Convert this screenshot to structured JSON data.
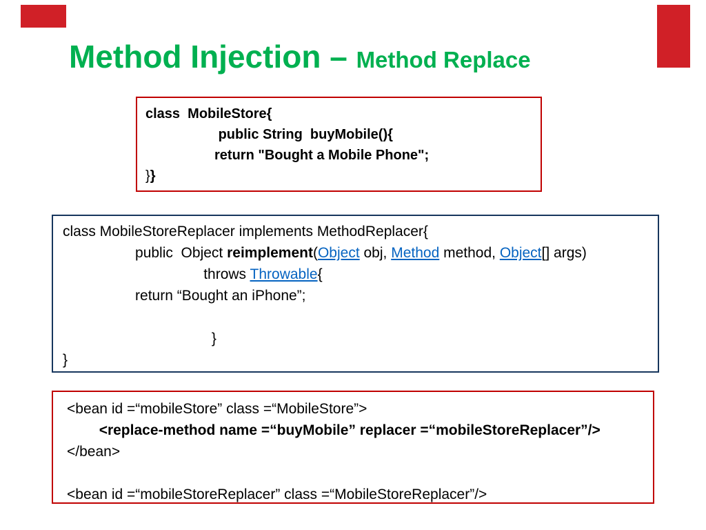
{
  "title": {
    "main": "Method Injection – ",
    "sub": "Method Replace"
  },
  "colors": {
    "title_green": "#00b050",
    "deco_red": "#d02027",
    "box_red": "#c00000",
    "box_navy": "#17365d",
    "link_blue": "#0563c1"
  },
  "boxes": [
    {
      "name": "mobilestore-class-code",
      "border_color": "#c00000",
      "lines": [
        [
          {
            "t": "class  MobileStore{",
            "b": true
          }
        ],
        [
          {
            "t": "                   public String  buyMobile(){",
            "b": true
          }
        ],
        [
          {
            "t": "                  return \"Bought a Mobile Phone\";",
            "b": true
          }
        ],
        [
          {
            "t": "}",
            "b": false
          },
          {
            "t": "}",
            "b": true
          }
        ]
      ]
    },
    {
      "name": "methodreplacer-class-code",
      "border_color": "#17365d",
      "lines": [
        [
          {
            "t": "class MobileStoreReplacer implements MethodReplacer{",
            "b": false
          }
        ],
        [
          {
            "t": "                  public  Object ",
            "b": false
          },
          {
            "t": "reimplement",
            "b": true
          },
          {
            "t": "(",
            "b": false
          },
          {
            "t": "Object",
            "b": false,
            "link": true
          },
          {
            "t": " obj, ",
            "b": false
          },
          {
            "t": "Method",
            "b": false,
            "link": true
          },
          {
            "t": " method, ",
            "b": false
          },
          {
            "t": "Object",
            "b": false,
            "link": true
          },
          {
            "t": "[] args)",
            "b": false
          }
        ],
        [
          {
            "t": "                                   throws ",
            "b": false
          },
          {
            "t": "Throwable",
            "b": false,
            "link": true
          },
          {
            "t": "{",
            "b": false
          }
        ],
        [
          {
            "t": "                  return “Bought an iPhone”;",
            "b": false
          }
        ],
        [],
        [
          {
            "t": "                                     }",
            "b": false
          }
        ],
        [
          {
            "t": "}",
            "b": false
          }
        ]
      ]
    },
    {
      "name": "bean-xml-config-code",
      "border_color": "#c00000",
      "lines": [
        [
          {
            "t": "<bean id =“mobileStore” class =“MobileStore”>",
            "b": false
          }
        ],
        [
          {
            "t": "        ",
            "b": false
          },
          {
            "t": "<replace-method name =“buyMobile” replacer =“mobileStoreReplacer”/>",
            "b": true
          }
        ],
        [
          {
            "t": "</bean>",
            "b": false
          }
        ],
        [],
        [
          {
            "t": "<bean id =“mobileStoreReplacer” class =“MobileStoreReplacer”/>",
            "b": false
          }
        ]
      ]
    }
  ]
}
